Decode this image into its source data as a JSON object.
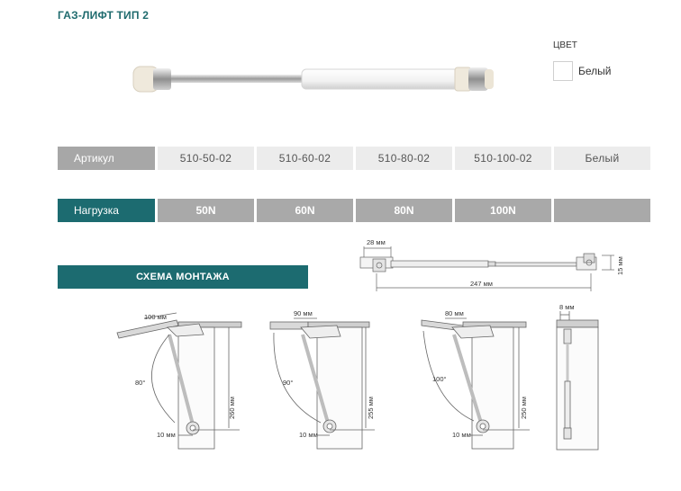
{
  "title": "ГАЗ-ЛИФТ ТИП 2",
  "color": {
    "label": "ЦВЕТ",
    "swatch_hex": "#ffffff",
    "name": "Белый"
  },
  "article_row": {
    "header": "Артикул",
    "values": [
      "510-50-02",
      "510-60-02",
      "510-80-02",
      "510-100-02",
      "Белый"
    ]
  },
  "load_row": {
    "header": "Нагрузка",
    "values": [
      "50N",
      "60N",
      "80N",
      "100N",
      ""
    ]
  },
  "scheme": {
    "title": "СХЕМА МОНТАЖА",
    "top_drawing": {
      "width_top": "28 мм",
      "length": "247 мм",
      "height": "15 мм"
    },
    "diagrams": [
      {
        "top_offset": "100 мм",
        "angle": "80°",
        "height": "260 мм",
        "bottom_offset": "10 мм"
      },
      {
        "top_offset": "90 мм",
        "angle": "90°",
        "height": "255 мм",
        "bottom_offset": "10 мм"
      },
      {
        "top_offset": "80 мм",
        "angle": "100°",
        "height": "250 мм",
        "bottom_offset": "10 мм"
      }
    ],
    "side_view": {
      "thickness": "8 мм"
    }
  },
  "colors": {
    "accent": "#1c6b70",
    "grey_header": "#a7a7a7",
    "light_cell": "#ececec"
  }
}
